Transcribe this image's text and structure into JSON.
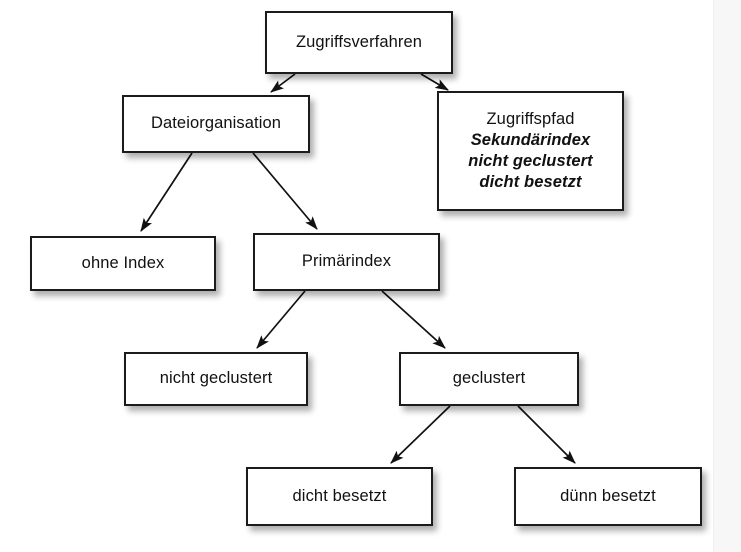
{
  "diagram": {
    "title_text": "Zugriffsverfahren",
    "background_color": "#ffffff",
    "margin_color": "#f7f7f7",
    "box_border_color": "#1b1b1b",
    "text_color": "#111111",
    "nodes": [
      {
        "id": "zugriffsverfahren",
        "label": "Zugriffsverfahren"
      },
      {
        "id": "dateiorganisation",
        "label": "Dateiorganisation"
      },
      {
        "id": "zugriffspfad",
        "label": "Zugriffspfad",
        "line1": "Zugriffspfad",
        "line2": "Sekundärindex",
        "line3": "nicht geclustert",
        "line4": "dicht besetzt"
      },
      {
        "id": "ohne-index",
        "label": "ohne Index"
      },
      {
        "id": "primaerindex",
        "label": "Primärindex"
      },
      {
        "id": "nicht-geclustert",
        "label": "nicht geclustert"
      },
      {
        "id": "geclustert",
        "label": "geclustert"
      },
      {
        "id": "dicht-besetzt",
        "label": "dicht besetzt"
      },
      {
        "id": "duenn-besetzt",
        "label": "dünn besetzt"
      }
    ],
    "edges": [
      {
        "from": "zugriffsverfahren",
        "to": "dateiorganisation"
      },
      {
        "from": "zugriffsverfahren",
        "to": "zugriffspfad"
      },
      {
        "from": "dateiorganisation",
        "to": "ohne-index"
      },
      {
        "from": "dateiorganisation",
        "to": "primaerindex"
      },
      {
        "from": "primaerindex",
        "to": "nicht-geclustert"
      },
      {
        "from": "primaerindex",
        "to": "geclustert"
      },
      {
        "from": "geclustert",
        "to": "dicht-besetzt"
      },
      {
        "from": "geclustert",
        "to": "duenn-besetzt"
      }
    ]
  }
}
